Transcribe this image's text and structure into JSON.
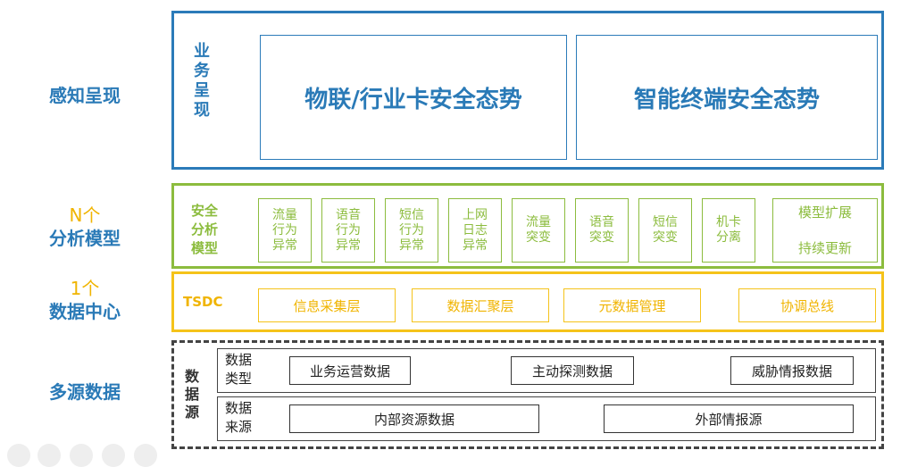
{
  "left_labels": {
    "perception": "感知呈现",
    "models_count": "N个",
    "models": "分析模型",
    "center_count": "1个",
    "center": "数据中心",
    "multi_source": "多源数据"
  },
  "layer1": {
    "label": "业\n务\n呈\n现",
    "boxes": [
      "物联/行业卡安全态势",
      "智能终端安全态势"
    ]
  },
  "layer2": {
    "label": "安全\n分析\n模型",
    "boxes": [
      "流量\n行为\n异常",
      "语音\n行为\n异常",
      "短信\n行为\n异常",
      "上网\n日志\n异常",
      "流量\n突变",
      "语音\n突变",
      "短信\n突变",
      "机卡\n分离",
      "模型扩展\n\n持续更新"
    ]
  },
  "layer3": {
    "label": "TSDC",
    "boxes": [
      "信息采集层",
      "数据汇聚层",
      "元数据管理",
      "协调总线"
    ]
  },
  "layer4": {
    "label": "数\n据\n源",
    "row1": {
      "label": "数据\n类型",
      "boxes": [
        "业务运营数据",
        "主动探测数据",
        "威胁情报数据"
      ]
    },
    "row2": {
      "label": "数据\n来源",
      "boxes": [
        "内部资源数据",
        "外部情报源"
      ]
    }
  },
  "colors": {
    "blue": "#2b7bb9",
    "green": "#8cbc3e",
    "yellow": "#f5c31a",
    "dark": "#444444"
  }
}
